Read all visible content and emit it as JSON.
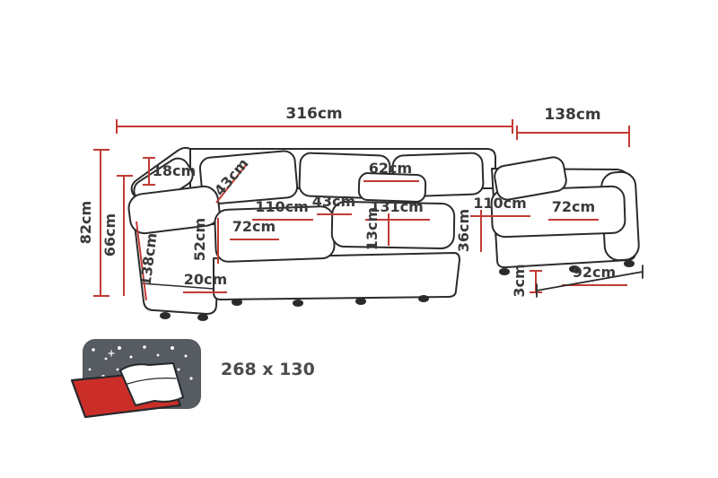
{
  "diagram": {
    "type": "sofa-dimension-diagram",
    "colors": {
      "dimension_line": "#c23b34",
      "outline": "#2b2b2b",
      "label_text": "#3a3a3a",
      "icon_mattress_red": "#cb2e28",
      "icon_blanket_dark": "#575c62"
    },
    "labels": {
      "total_width": "316cm",
      "right_section_width": "138cm",
      "total_height": "82cm",
      "seat_back_height": "66cm",
      "armrest_top_width": "18cm",
      "back_cushion_height": "43cm",
      "small_cushion_width": "62cm",
      "left_seat_depth": "110cm",
      "middle_gap_width": "43cm",
      "middle_seat_width": "131cm",
      "right_seat_depth": "110cm",
      "left_seat_width": "72cm",
      "right_seat_width": "72cm",
      "armrest_height": "52cm",
      "left_chaise_length": "138cm",
      "middle_seat_height": "13cm",
      "corner_height": "36cm",
      "base_height": "20cm",
      "foot_height": "3cm",
      "right_chaise_front_width": "92cm"
    },
    "sleeping_area": {
      "label": "268 x 130"
    }
  }
}
